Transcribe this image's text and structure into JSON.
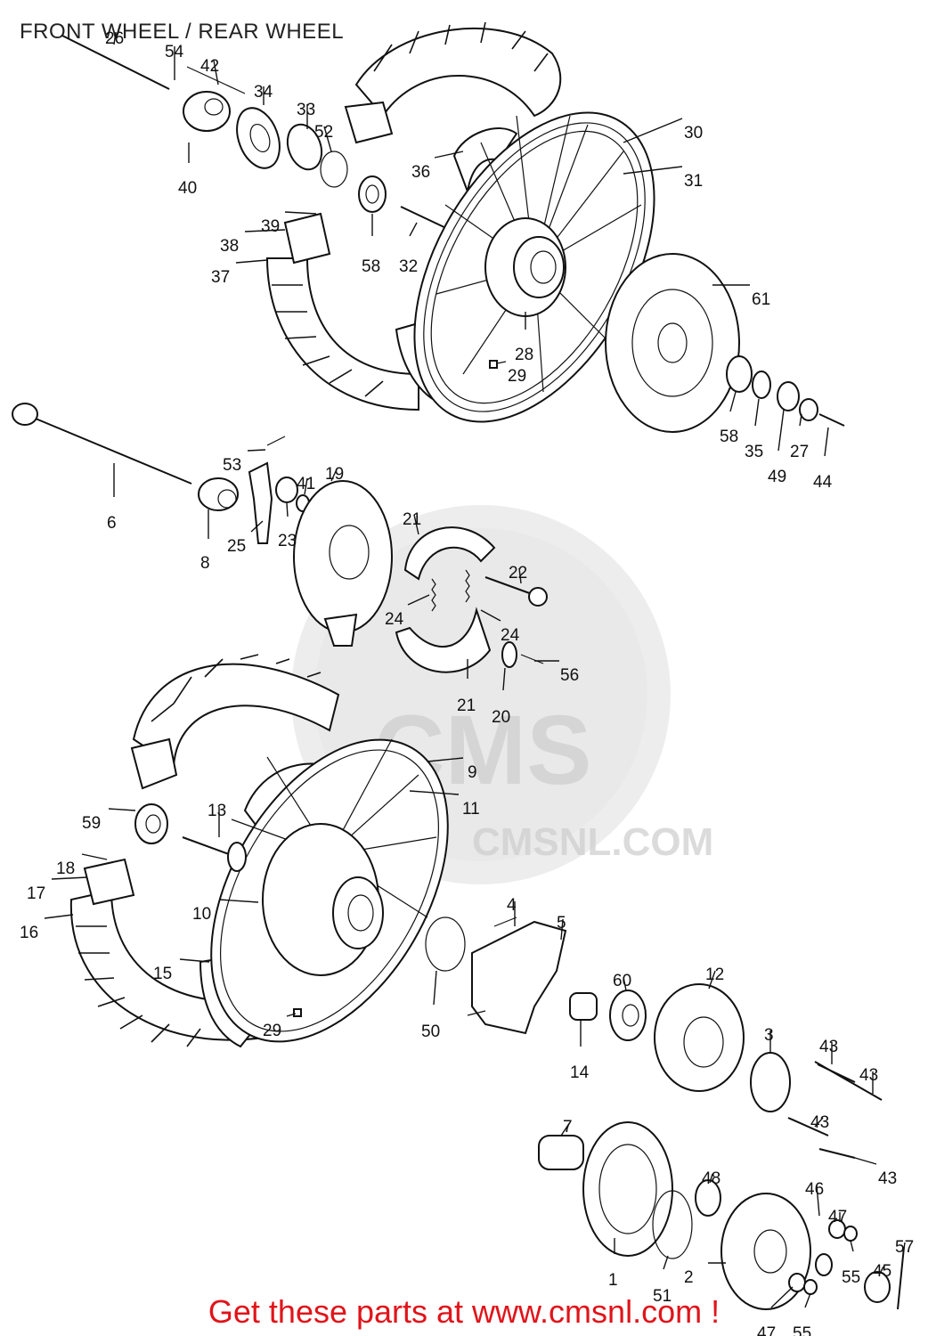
{
  "title": "FRONT WHEEL / REAR WHEEL",
  "footer": "Get these parts at www.cmsnl.com !",
  "watermark": {
    "logo_text": "CMS",
    "url_text": "CMSNL.COM"
  },
  "callouts": [
    "26",
    "54",
    "42",
    "34",
    "33",
    "52",
    "40",
    "36",
    "30",
    "31",
    "39",
    "38",
    "37",
    "58",
    "32",
    "61",
    "28",
    "29",
    "58",
    "35",
    "27",
    "49",
    "44",
    "53",
    "19",
    "41",
    "6",
    "8",
    "23",
    "25",
    "21",
    "22",
    "24",
    "24",
    "56",
    "21",
    "20",
    "9",
    "11",
    "13",
    "59",
    "18",
    "17",
    "16",
    "10",
    "15",
    "29",
    "4",
    "5",
    "50",
    "60",
    "12",
    "14",
    "3",
    "43",
    "43",
    "43",
    "43",
    "7",
    "48",
    "46",
    "47",
    "1",
    "51",
    "2",
    "55",
    "57",
    "45",
    "47",
    "55"
  ]
}
